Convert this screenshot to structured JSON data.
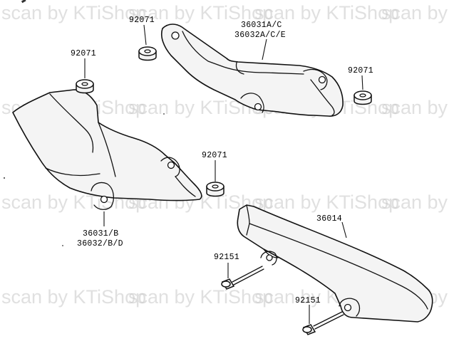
{
  "watermark": {
    "text": "scan by KTiShop",
    "color": "#c8c8c8"
  },
  "callouts": {
    "grommet_upper_left": "92071",
    "grommet_upper_right": "92071",
    "grommet_left": "92071",
    "grommet_right": "92071",
    "cover_right_line1": "36031A/C",
    "cover_right_line2": "36032A/C/E",
    "cover_left_line1": "36031/B",
    "cover_left_line2": "36032/B/D",
    "chain_guard": "36014",
    "bolt_upper": "92151",
    "bolt_lower": "92151"
  }
}
